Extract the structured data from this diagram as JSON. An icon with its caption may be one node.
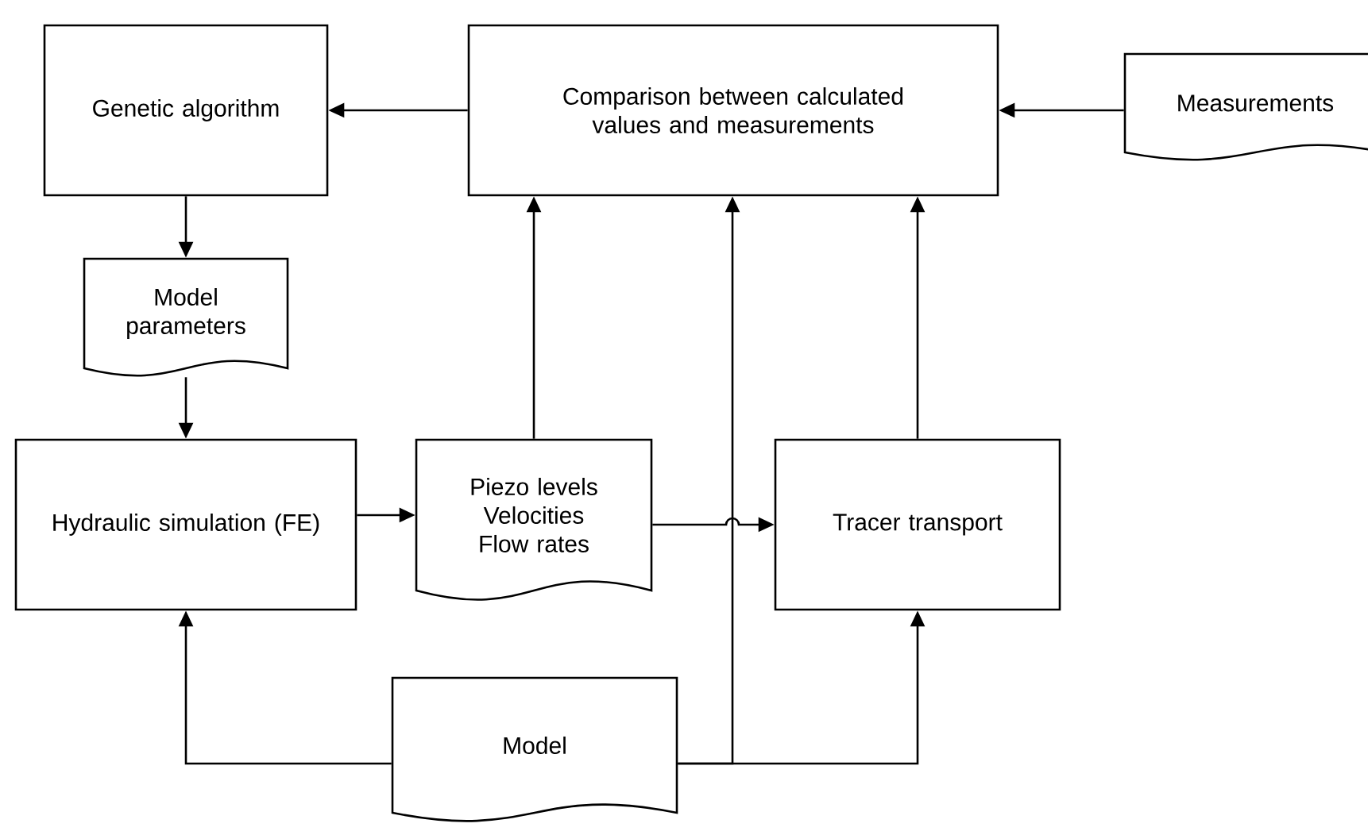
{
  "diagram": {
    "nodes": [
      {
        "text": [
          "Genetic algorithm"
        ]
      },
      {
        "text": [
          "Comparison between calculated values and measurements"
        ]
      },
      {
        "text": [
          "Measurements"
        ]
      },
      {
        "text": [
          "Model parameters"
        ]
      },
      {
        "text": [
          "Hydraulic simulation (FE)"
        ]
      },
      {
        "text": [
          "Piezo levels Velocities Flow rates"
        ]
      },
      {
        "text": [
          "Tracer transport"
        ]
      },
      {
        "text": [
          "Model"
        ]
      }
    ],
    "edges": [
      {
        "from": 1,
        "to": 0,
        "arrow": "to"
      },
      {
        "from": 2,
        "to": 1,
        "arrow": "to"
      },
      {
        "from": 0,
        "to": 3,
        "arrow": "to"
      },
      {
        "from": 3,
        "to": 4,
        "arrow": "to"
      },
      {
        "from": 4,
        "to": 5,
        "arrow": "to"
      },
      {
        "from": 5,
        "to": 6,
        "arrow": "to"
      },
      {
        "from": 5,
        "to": 1,
        "arrow": "to"
      },
      {
        "from": 7,
        "to": 1,
        "arrow": "to"
      },
      {
        "from": 7,
        "to": 6,
        "arrow": "to"
      },
      {
        "from": 7,
        "to": 4,
        "arrow": "to"
      },
      {
        "from": 6,
        "to": 1,
        "arrow": "to"
      }
    ]
  }
}
